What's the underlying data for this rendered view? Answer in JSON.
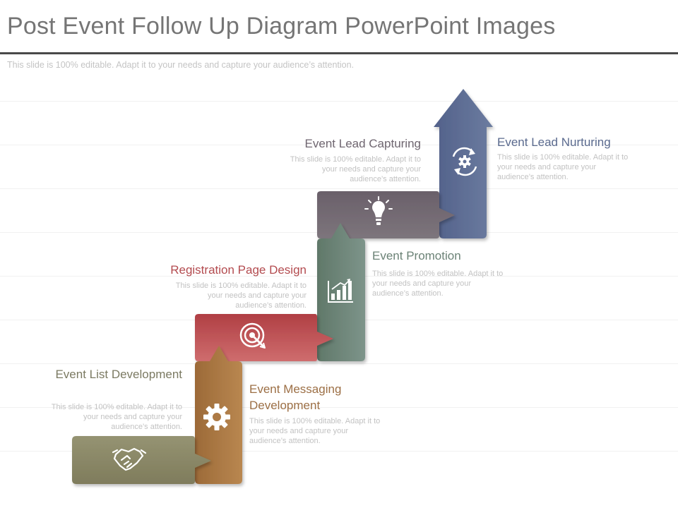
{
  "header": {
    "title": "Post Event Follow Up Diagram PowerPoint Images",
    "subtitle": "This slide is 100% editable. Adapt it to your needs and capture your audience’s attention."
  },
  "steps": [
    {
      "label": "Event List Development",
      "desc": "This slide is 100% editable. Adapt it to your needs and capture your audience’s attention.",
      "color": "#8b8867",
      "icon": "handshake-icon"
    },
    {
      "label": "Event Messaging Development",
      "desc": "This slide is 100% editable. Adapt it to your needs and capture your audience’s attention.",
      "color": "#a8743f",
      "icon": "gear-icon"
    },
    {
      "label": "Registration Page Design",
      "desc": "This slide is 100% editable. Adapt it to your needs and capture your audience’s attention.",
      "color": "#b8474b",
      "icon": "target-icon"
    },
    {
      "label": "Event Promotion",
      "desc": "This slide is 100% editable. Adapt it to your needs and capture your audience’s attention.",
      "color": "#6b8276",
      "icon": "growth-chart-icon"
    },
    {
      "label": "Event Lead Capturing",
      "desc": "This slide is 100% editable. Adapt it to your needs and capture your audience’s attention.",
      "color": "#6f6670",
      "icon": "lightbulb-icon"
    },
    {
      "label": "Event Lead Nurturing",
      "desc": "This slide is 100% editable. Adapt it to your needs and capture your audience’s attention.",
      "color": "#5a6a8e",
      "icon": "cycle-gear-icon"
    }
  ]
}
